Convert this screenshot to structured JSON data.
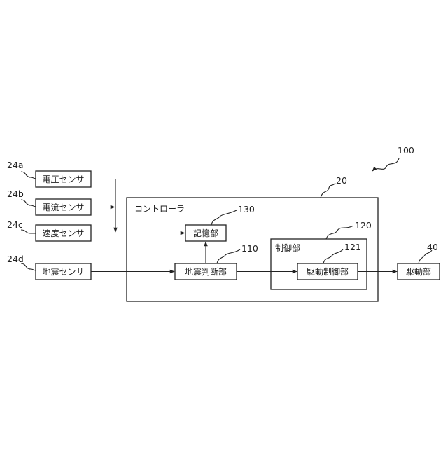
{
  "diagram": {
    "system_ref": "100",
    "sensors": [
      {
        "ref": "24a",
        "label": "電圧センサ"
      },
      {
        "ref": "24b",
        "label": "電流センサ"
      },
      {
        "ref": "24c",
        "label": "速度センサ"
      },
      {
        "ref": "24d",
        "label": "地震センサ"
      }
    ],
    "controller": {
      "ref": "20",
      "label": "コントローラ"
    },
    "storage": {
      "ref": "130",
      "label": "記憶部"
    },
    "judgment": {
      "ref": "110",
      "label": "地震判断部"
    },
    "control": {
      "ref": "120",
      "label": "制御部"
    },
    "drive_control": {
      "ref": "121",
      "label": "駆動制御部"
    },
    "drive": {
      "ref": "40",
      "label": "駆動部"
    }
  },
  "colors": {
    "line": "#222222",
    "background": "#ffffff"
  }
}
